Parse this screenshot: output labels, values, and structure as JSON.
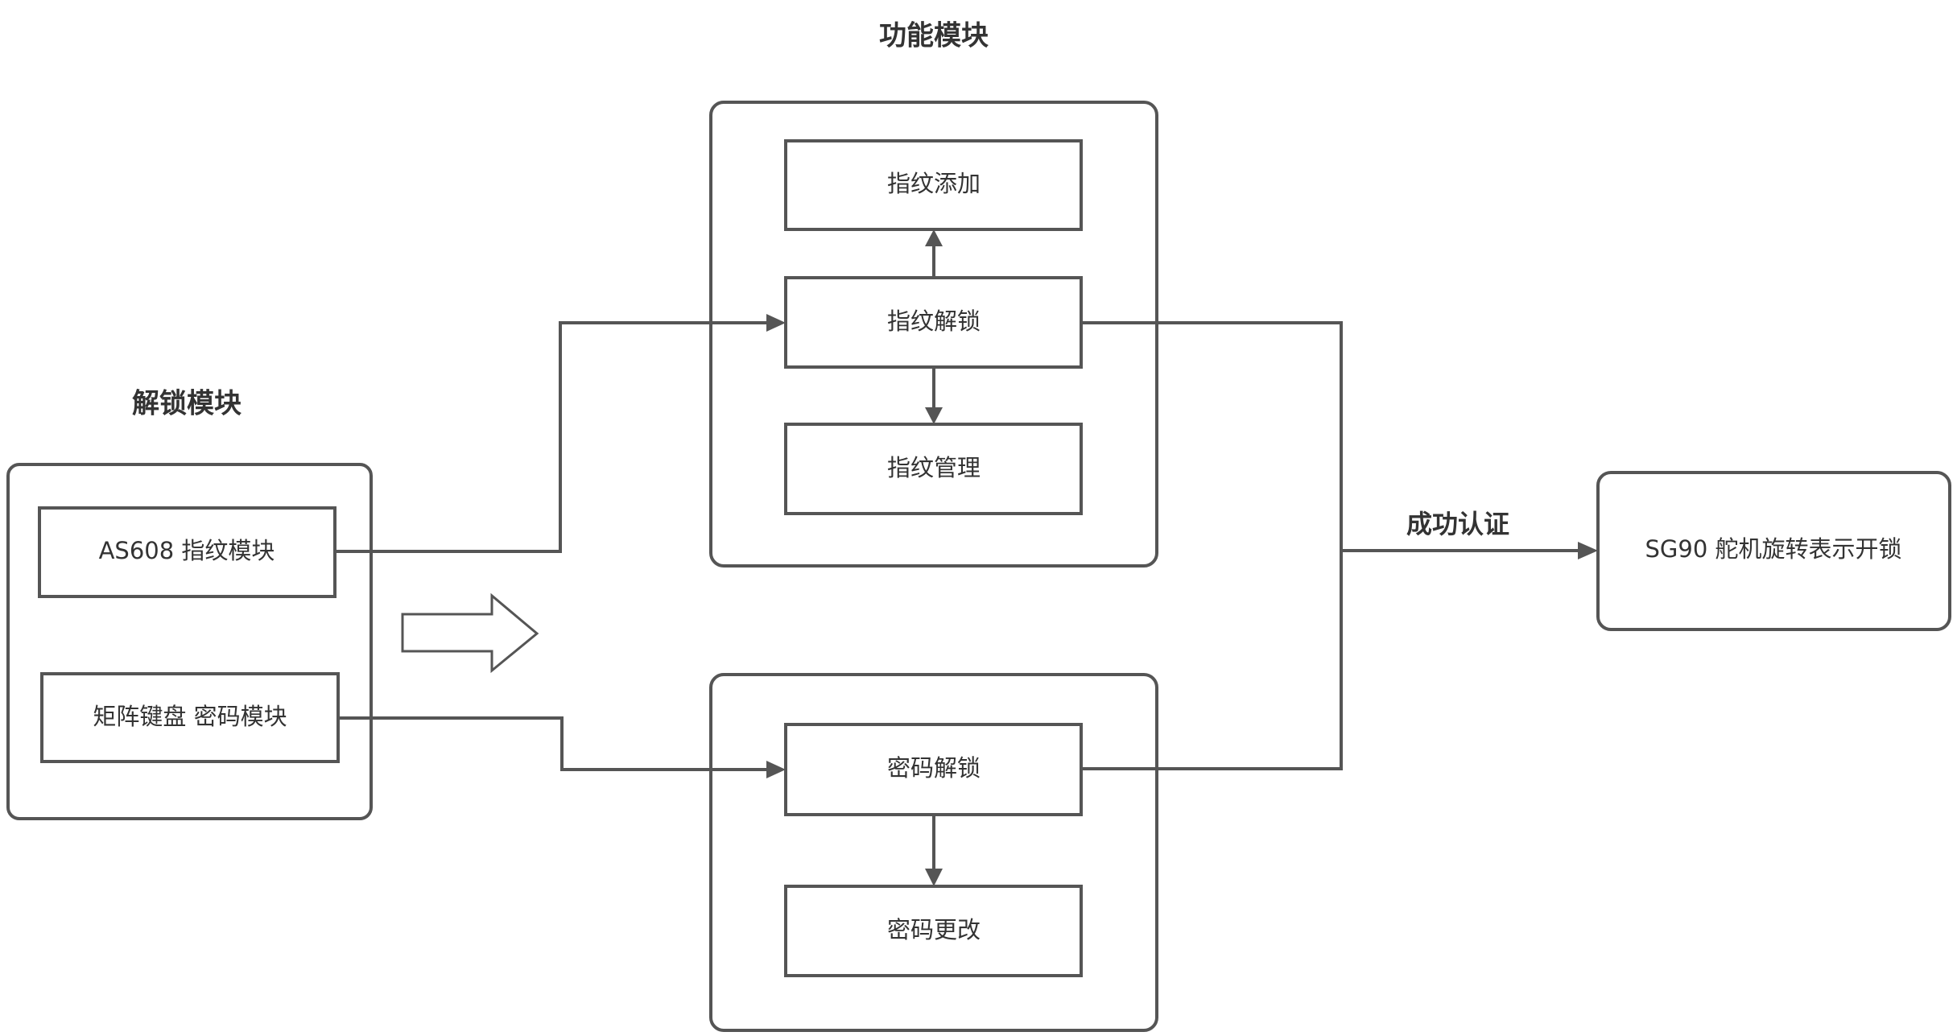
{
  "groups": {
    "unlock": {
      "title": "解锁模块",
      "nodes": {
        "fingerprint_module": "AS608 指纹模块",
        "keypad_module": "矩阵键盘 密码模块"
      }
    },
    "function_top": {
      "title": "功能模块",
      "nodes": {
        "fingerprint_add": "指纹添加",
        "fingerprint_unlock": "指纹解锁",
        "fingerprint_manage": "指纹管理"
      }
    },
    "function_bottom": {
      "nodes": {
        "password_unlock": "密码解锁",
        "password_change": "密码更改"
      }
    }
  },
  "output": {
    "label": "SG90 舵机旋转表示开锁"
  },
  "edges": {
    "success_label": "成功认证"
  },
  "colors": {
    "stroke": "#555555",
    "text": "#333333",
    "background": "#ffffff"
  }
}
